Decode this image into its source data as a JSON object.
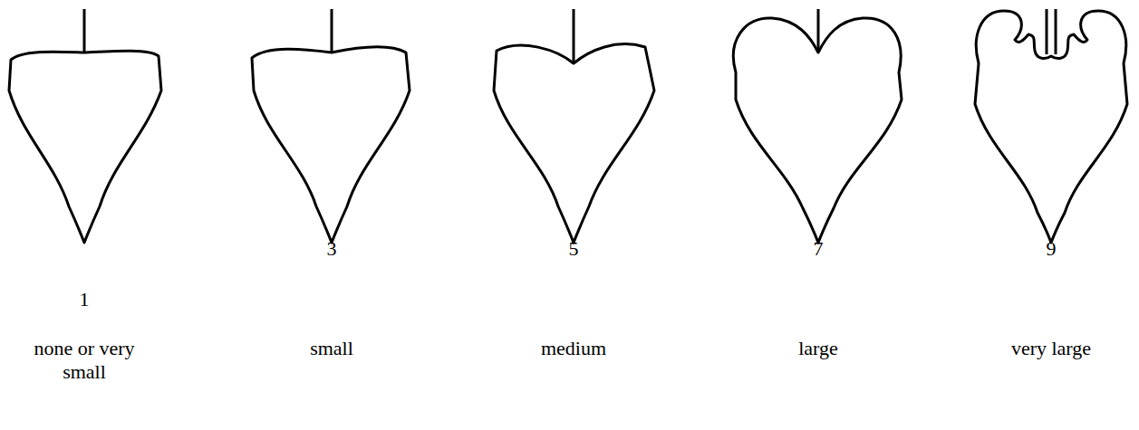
{
  "diagram": {
    "labels": [
      "1",
      "3",
      "5",
      "7",
      "9",
      "none or very small",
      "small",
      "medium",
      "large",
      "very large"
    ]
  }
}
